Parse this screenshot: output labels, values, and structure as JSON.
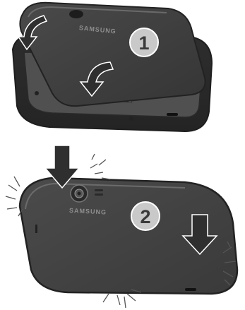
{
  "steps": [
    {
      "number": "1",
      "brand_text": "SAMSUNG"
    },
    {
      "number": "2",
      "brand_text": "SAMSUNG"
    }
  ],
  "colors": {
    "device_body": "#3d3d3d",
    "device_cover": "#454545",
    "arrow_fill": "#2f2f2f",
    "badge_fill": "#c9c9c9",
    "badge_text": "#3a3a3a"
  },
  "icons": [
    "arrow-down-icon",
    "curved-arrow-icon",
    "click-burst-icon",
    "camera-lens-icon"
  ]
}
